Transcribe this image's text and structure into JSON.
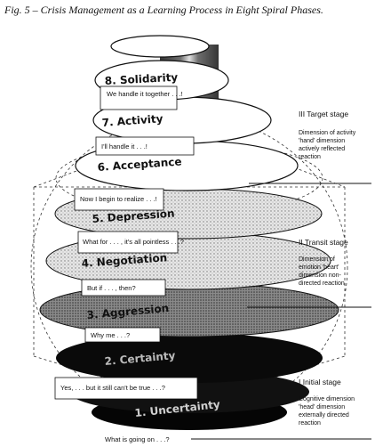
{
  "figure": {
    "title": "Fig. 5 – Crisis Management as a Learning Process in Eight Spiral Phases."
  },
  "phases": [
    {
      "label": "1. Uncertainty",
      "quote": "What is going on . . .?"
    },
    {
      "label": "2. Certainty",
      "quote": "Yes, . . . but it still can't be true . . .?"
    },
    {
      "label": "3. Aggression",
      "quote": "Why me . . .?"
    },
    {
      "label": "4. Negotiation",
      "quote": "But if . . . , then?"
    },
    {
      "label": "5. Depression",
      "quote": "What for . . . , it's all pointless . . .?"
    },
    {
      "label": "6. Acceptance",
      "quote": "Now I begin to realize . . .!"
    },
    {
      "label": "7. Activity",
      "quote": "I'll handle it . . .!"
    },
    {
      "label": "8. Solidarity",
      "quote": "We handle it together . . .!"
    }
  ],
  "stages": [
    {
      "title": "III Target stage",
      "desc": [
        "Dimension of activity",
        "'hand' dimension",
        "actively reflected",
        "reaction"
      ]
    },
    {
      "title": "II Transit stage",
      "desc": [
        "Dimension of",
        "emotion 'heart'",
        "dimension non-",
        "directed reaction"
      ]
    },
    {
      "title": "I Initial stage",
      "desc": [
        "Cognitive dimension",
        "'head' dimension",
        "externally directed",
        "reaction"
      ]
    }
  ]
}
